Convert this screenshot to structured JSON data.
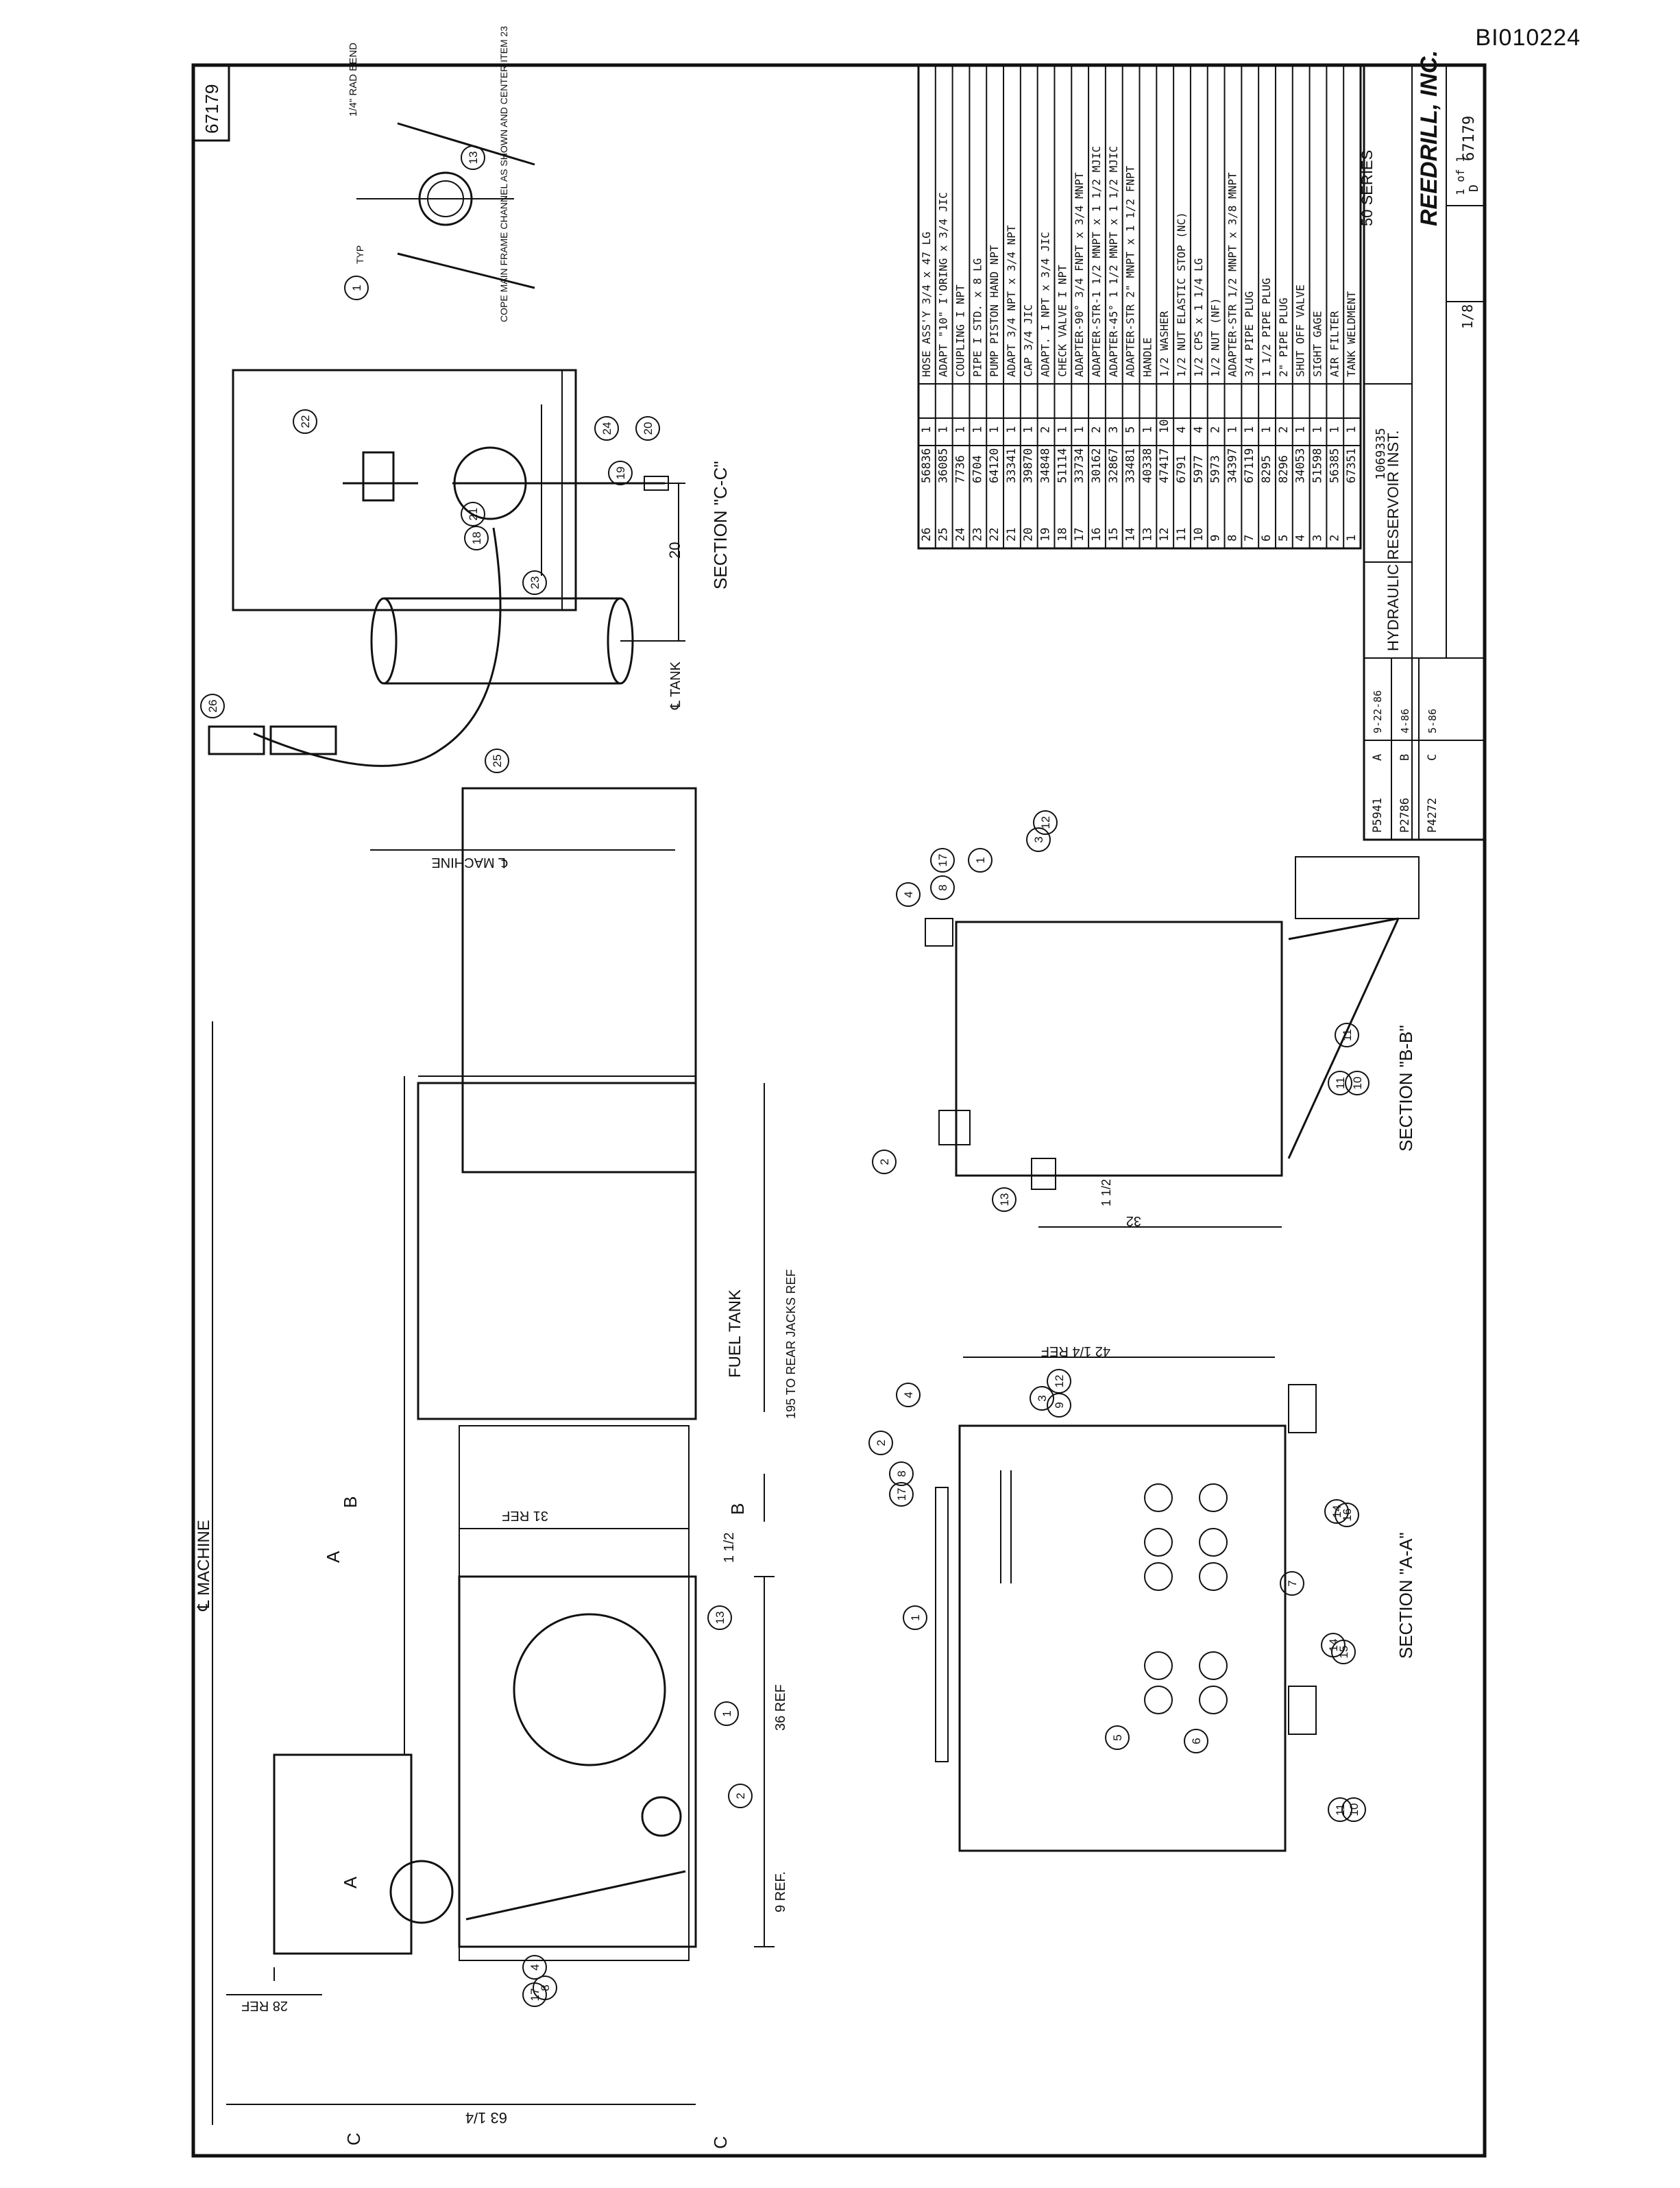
{
  "document": {
    "doc_id": "BI010224",
    "drawing_number": "67179"
  },
  "views": {
    "plan": {
      "centerline_machine": "℄ MACHINE",
      "fuel_tank": "FUEL TANK",
      "dim_195": "195 TO REAR JACKS REF",
      "dim_36": "36 REF",
      "dim_9": "9 REF.",
      "dim_28": "28 REF",
      "dim_63": "63 1/4",
      "dim_31": "31 REF",
      "dim_1_1_2": "1 1/2",
      "section_a": "A",
      "section_b": "B",
      "section_c": "C"
    },
    "section_aa": {
      "title": "SECTION \"A-A\"",
      "dim_42": "42 1/4 REF"
    },
    "section_bb": {
      "title": "SECTION \"B-B\"",
      "dim_32": "32",
      "dim_1": "1 1/2"
    },
    "section_cc": {
      "title": "SECTION \"C-C\"",
      "note": "COPE MAIN FRAME CHANNEL AS SHOWN AND CENTER ITEM 23",
      "bend": "1/4\" RAD BEND",
      "typ": "TYP",
      "dim_20": "20",
      "tank_cl": "℄ TANK",
      "machine_cl": "℄ MACHINE"
    }
  },
  "balloons": [
    {
      "id": "b1",
      "text": "1"
    },
    {
      "id": "b2",
      "text": "2"
    },
    {
      "id": "b3",
      "text": "3"
    },
    {
      "id": "b4",
      "text": "4"
    },
    {
      "id": "b5",
      "text": "5"
    },
    {
      "id": "b6",
      "text": "6"
    },
    {
      "id": "b7",
      "text": "7"
    },
    {
      "id": "b8",
      "text": "8"
    },
    {
      "id": "b9",
      "text": "9"
    },
    {
      "id": "b10",
      "text": "10"
    },
    {
      "id": "b11",
      "text": "11"
    },
    {
      "id": "b12",
      "text": "12"
    },
    {
      "id": "b13",
      "text": "13"
    },
    {
      "id": "b14",
      "text": "14"
    },
    {
      "id": "b15",
      "text": "15"
    },
    {
      "id": "b16",
      "text": "16"
    },
    {
      "id": "b17",
      "text": "17"
    },
    {
      "id": "b18",
      "text": "18"
    },
    {
      "id": "b19",
      "text": "19"
    },
    {
      "id": "b20",
      "text": "20"
    },
    {
      "id": "b21",
      "text": "21"
    },
    {
      "id": "b22",
      "text": "22"
    },
    {
      "id": "b23",
      "text": "23"
    },
    {
      "id": "b24",
      "text": "24"
    },
    {
      "id": "b25",
      "text": "25"
    },
    {
      "id": "b26",
      "text": "26"
    }
  ],
  "parts_list": [
    {
      "item": "26",
      "part_no": "56836",
      "qty": "1",
      "desc": "HOSE ASS'Y 3/4 x 47 LG"
    },
    {
      "item": "25",
      "part_no": "36085",
      "qty": "1",
      "desc": "ADAPT \"10\" I'ORING x 3/4 JIC"
    },
    {
      "item": "24",
      "part_no": "7736",
      "qty": "1",
      "desc": "COUPLING I NPT"
    },
    {
      "item": "23",
      "part_no": "6704",
      "qty": "1",
      "desc": "PIPE I STD. x 8 LG"
    },
    {
      "item": "22",
      "part_no": "64120",
      "qty": "1",
      "desc": "PUMP PISTON HAND NPT"
    },
    {
      "item": "21",
      "part_no": "33341",
      "qty": "1",
      "desc": "ADAPT 3/4 NPT x 3/4 NPT"
    },
    {
      "item": "20",
      "part_no": "39870",
      "qty": "1",
      "desc": "CAP 3/4 JIC"
    },
    {
      "item": "19",
      "part_no": "34848",
      "qty": "2",
      "desc": "ADAPT. I NPT x 3/4 JIC"
    },
    {
      "item": "18",
      "part_no": "51114",
      "qty": "1",
      "desc": "CHECK VALVE I NPT"
    },
    {
      "item": "17",
      "part_no": "33734",
      "qty": "1",
      "desc": "ADAPTER-90° 3/4 FNPT x 3/4 MNPT"
    },
    {
      "item": "16",
      "part_no": "30162",
      "qty": "2",
      "desc": "ADAPTER-STR-1 1/2 MNPT x 1 1/2 MJIC"
    },
    {
      "item": "15",
      "part_no": "32867",
      "qty": "3",
      "desc": "ADAPTER-45° 1 1/2 MNPT x 1 1/2 MJIC"
    },
    {
      "item": "14",
      "part_no": "33481",
      "qty": "5",
      "desc": "ADAPTER-STR 2\" MNPT x 1 1/2 FNPT"
    },
    {
      "item": "13",
      "part_no": "40338",
      "qty": "1",
      "desc": "HANDLE"
    },
    {
      "item": "12",
      "part_no": "47417",
      "qty": "10",
      "desc": "1/2 WASHER"
    },
    {
      "item": "11",
      "part_no": "6791",
      "qty": "4",
      "desc": "1/2 NUT ELASTIC STOP (NC)"
    },
    {
      "item": "10",
      "part_no": "5977",
      "qty": "4",
      "desc": "1/2 CPS x 1 1/4 LG"
    },
    {
      "item": "9",
      "part_no": "5973",
      "qty": "2",
      "desc": "1/2 NUT (NF)"
    },
    {
      "item": "8",
      "part_no": "34397",
      "qty": "1",
      "desc": "ADAPTER-STR 1/2 MNPT x 3/8 MNPT"
    },
    {
      "item": "7",
      "part_no": "67119",
      "qty": "1",
      "desc": "3/4 PIPE PLUG"
    },
    {
      "item": "6",
      "part_no": "8295",
      "qty": "1",
      "desc": "1 1/2 PIPE PLUG"
    },
    {
      "item": "5",
      "part_no": "8296",
      "qty": "2",
      "desc": "2\" PIPE PLUG"
    },
    {
      "item": "4",
      "part_no": "34053",
      "qty": "1",
      "desc": "SHUT OFF VALVE"
    },
    {
      "item": "3",
      "part_no": "51598",
      "qty": "1",
      "desc": "SIGHT GAGE"
    },
    {
      "item": "2",
      "part_no": "56385",
      "qty": "1",
      "desc": "AIR FILTER"
    },
    {
      "item": "1",
      "part_no": "67351",
      "qty": "1",
      "desc": "TANK WELDMENT"
    }
  ],
  "title_block": {
    "title": "HYDRAULIC RESERVOIR INST.",
    "series": "50 SERIES",
    "company": "REEDRILL, INC.",
    "job_no": "1069335",
    "scale": "1/8",
    "sheet": "1 of 1",
    "size": "D",
    "dwg_no": "67179",
    "revisions": [
      {
        "rev": "A",
        "ecn": "P5941",
        "date": "9-22-86"
      },
      {
        "rev": "B",
        "ecn": "P2786",
        "date": "4-86"
      },
      {
        "rev": "C",
        "ecn": "P4272",
        "date": "5-86"
      }
    ]
  }
}
